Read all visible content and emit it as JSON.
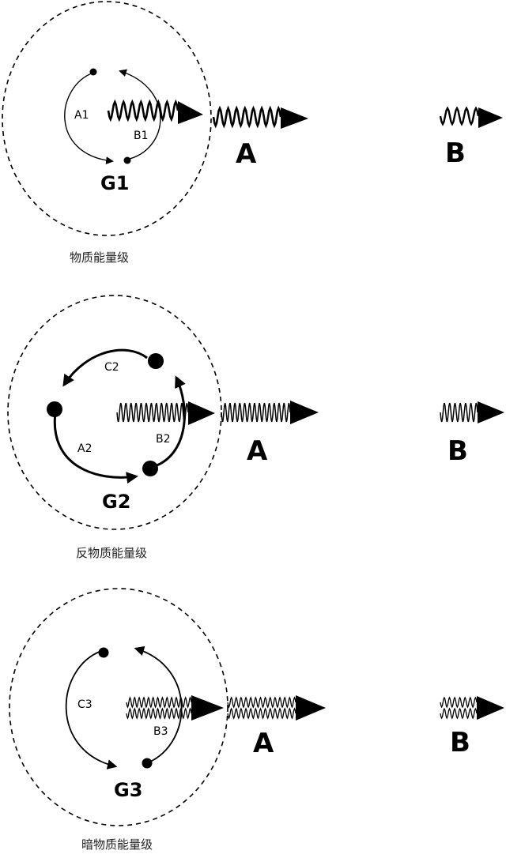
{
  "panels": [
    {
      "group_label": "G1",
      "caption": "物质能量级",
      "arc_labels": [
        "A1",
        "B1"
      ],
      "arrow_labels": [
        "A",
        "B"
      ]
    },
    {
      "group_label": "G2",
      "caption": "反物质能量级",
      "arc_labels": [
        "C2",
        "A2",
        "B2"
      ],
      "arrow_labels": [
        "A",
        "B"
      ]
    },
    {
      "group_label": "G3",
      "caption": "暗物质能量级",
      "arc_labels": [
        "C3",
        "B3"
      ],
      "arrow_labels": [
        "A",
        "B"
      ]
    }
  ]
}
